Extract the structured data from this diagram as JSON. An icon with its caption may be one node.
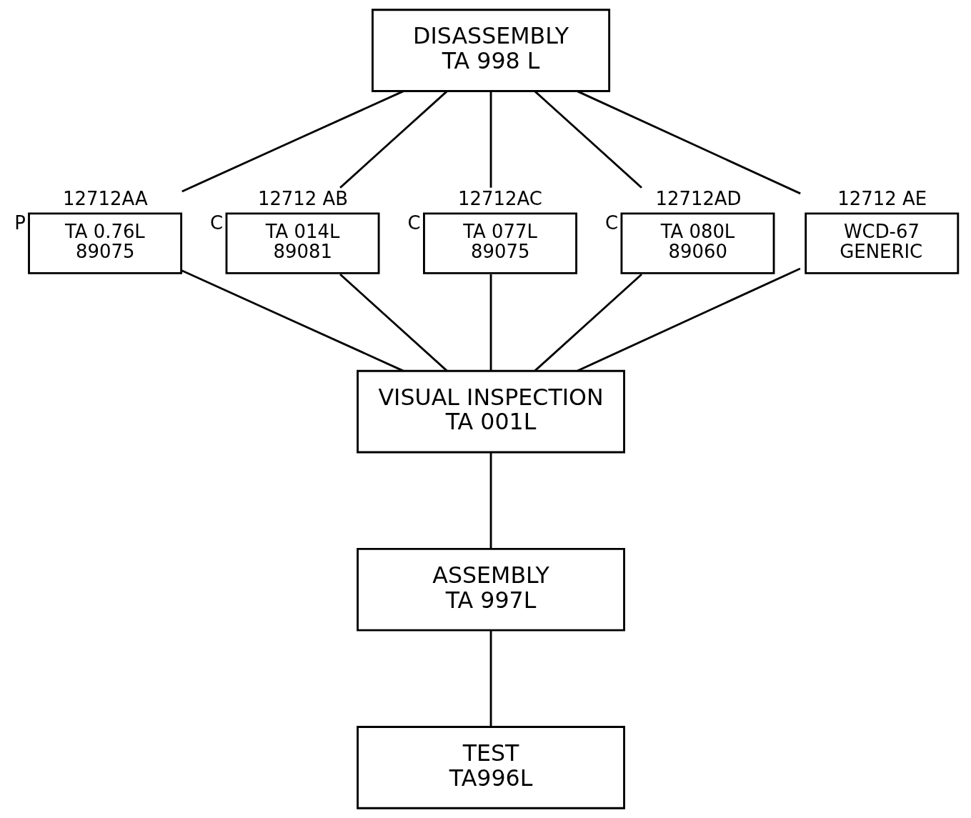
{
  "diagram": {
    "nodes": [
      {
        "text": [
          "DISASSEMBLY TA 998 L"
        ]
      },
      {
        "text": [
          "TA 0.76L 89075"
        ],
        "beside": [
          "12712AA",
          "P"
        ]
      },
      {
        "text": [
          "TA 014L 89081"
        ],
        "beside": [
          "12712 AB",
          "C"
        ]
      },
      {
        "text": [
          "TA 077L 89075"
        ],
        "beside": [
          "12712AC",
          "C"
        ]
      },
      {
        "text": [
          "TA 080L 89060"
        ],
        "beside": [
          "12712AD",
          "C"
        ]
      },
      {
        "text": [
          "WCD-67 GENERIC"
        ],
        "beside": [
          "12712 AE"
        ]
      },
      {
        "text": [
          "VISUAL INSPECTION TA 001L"
        ]
      },
      {
        "text": [
          "ASSEMBLY TA 997L"
        ]
      },
      {
        "text": [
          "TEST TA996L"
        ]
      }
    ],
    "edges": [
      {
        "from": 0,
        "to": 1,
        "arrow": "none"
      },
      {
        "from": 0,
        "to": 2,
        "arrow": "none"
      },
      {
        "from": 0,
        "to": 3,
        "arrow": "none"
      },
      {
        "from": 0,
        "to": 4,
        "arrow": "none"
      },
      {
        "from": 0,
        "to": 5,
        "arrow": "none"
      },
      {
        "from": 1,
        "to": 6,
        "arrow": "none"
      },
      {
        "from": 2,
        "to": 6,
        "arrow": "none"
      },
      {
        "from": 3,
        "to": 6,
        "arrow": "none"
      },
      {
        "from": 4,
        "to": 6,
        "arrow": "none"
      },
      {
        "from": 5,
        "to": 6,
        "arrow": "none"
      },
      {
        "from": 6,
        "to": 7,
        "arrow": "none"
      },
      {
        "from": 7,
        "to": 8,
        "arrow": "none"
      }
    ]
  }
}
